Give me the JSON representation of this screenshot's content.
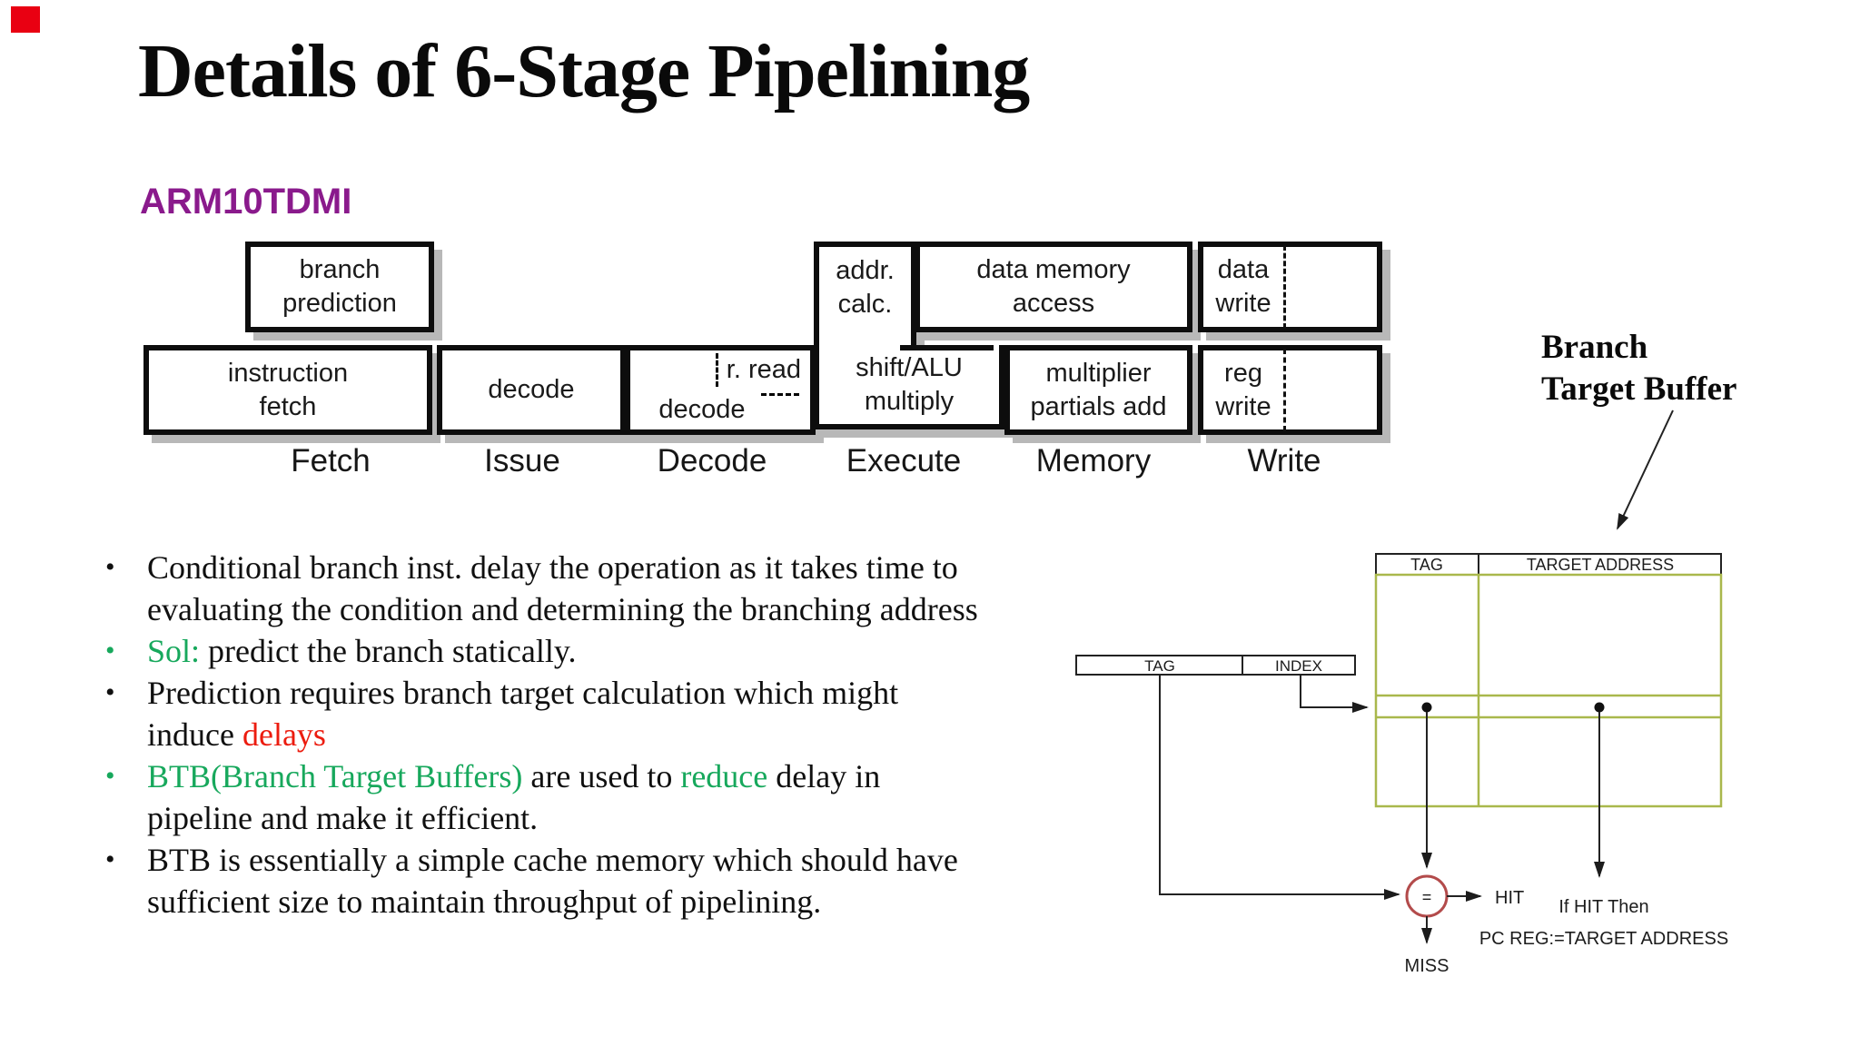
{
  "title": "Details of 6-Stage Pipelining",
  "colors": {
    "marker_red": "#e90012",
    "accent_purple": "#8a1a8c",
    "green": "#17a85c",
    "red": "#ec1c0f",
    "table_green": "#a9b84c",
    "circle_red": "#b34b4b",
    "shadow": "#b8b8b8"
  },
  "pipeline": {
    "platform_label": "ARM10TDMI",
    "stages": [
      "Fetch",
      "Issue",
      "Decode",
      "Execute",
      "Memory",
      "Write"
    ],
    "boxes": {
      "branch_prediction": "branch\nprediction",
      "instruction_fetch": "instruction\nfetch",
      "decode_issue": "decode",
      "reg_read": "r. read",
      "decode_stage": "decode",
      "addr_calc": "addr.\ncalc.",
      "shift_alu": "shift/ALU\nmultiply",
      "data_memory": "data memory\naccess",
      "multiplier": "multiplier\npartials add",
      "data_write": "data\nwrite",
      "reg_write": "reg\nwrite"
    }
  },
  "bullets": [
    {
      "marker": "•",
      "marker_color": "black",
      "lines": [
        [
          {
            "t": "Conditional branch inst. delay the operation as it takes time to"
          }
        ],
        [
          {
            "t": "evaluating the condition and determining the branching address"
          }
        ]
      ]
    },
    {
      "marker": "•",
      "marker_color": "green",
      "lines": [
        [
          {
            "t": "Sol:",
            "c": "green"
          },
          {
            "t": " predict the branch statically."
          }
        ]
      ]
    },
    {
      "marker": "•",
      "marker_color": "black",
      "lines": [
        [
          {
            "t": "Prediction requires branch target calculation which might"
          }
        ],
        [
          {
            "t": "induce "
          },
          {
            "t": "delays",
            "c": "red"
          }
        ]
      ]
    },
    {
      "marker": "•",
      "marker_color": "green",
      "lines": [
        [
          {
            "t": "BTB(Branch Target Buffers)",
            "c": "green"
          },
          {
            "t": " are used to "
          },
          {
            "t": "reduce",
            "c": "green"
          },
          {
            "t": " delay in"
          }
        ],
        [
          {
            "t": "pipeline and make it efficient."
          }
        ]
      ]
    },
    {
      "marker": "•",
      "marker_color": "black",
      "lines": [
        [
          {
            "t": "BTB is essentially a simple cache memory which should have"
          }
        ],
        [
          {
            "t": "sufficient size to maintain throughput of pipelining."
          }
        ]
      ]
    }
  ],
  "btb": {
    "label_line1": "Branch",
    "label_line2": "Target Buffer",
    "table_header": {
      "col1": "TAG",
      "col2": "TARGET ADDRESS"
    },
    "address_fields": {
      "col1": "TAG",
      "col2": "INDEX"
    },
    "comparator": "=",
    "hit": "HIT",
    "miss": "MISS",
    "note_line1": "If HIT Then",
    "note_line2": "PC REG:=TARGET ADDRESS"
  }
}
